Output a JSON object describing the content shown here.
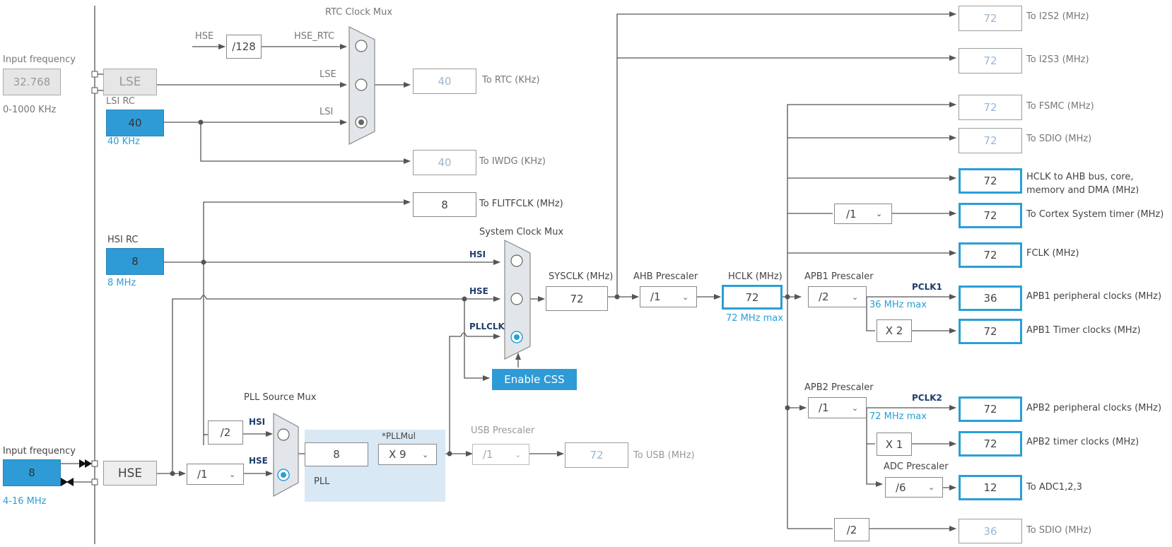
{
  "colors": {
    "accent": "#2a9fd6",
    "solid_fill": "#2e9bd6",
    "pll_bg": "#d8e8f5",
    "wire": "#555555"
  },
  "lse": {
    "input_freq_label": "Input frequency",
    "input_value": "32.768",
    "range": "0-1000 KHz",
    "block": "LSE"
  },
  "lsi": {
    "title": "LSI RC",
    "value": "40",
    "freq": "40 KHz"
  },
  "rtc_mux": {
    "title": "RTC Clock Mux",
    "in_hse": "HSE",
    "div": "/128",
    "hse_rtc": "HSE_RTC",
    "lse": "LSE",
    "lsi": "LSI"
  },
  "rtc_out": {
    "value": "40",
    "label": "To RTC (KHz)"
  },
  "iwdg_out": {
    "value": "40",
    "label": "To IWDG (KHz)"
  },
  "flit_out": {
    "value": "8",
    "label": "To FLITFCLK (MHz)"
  },
  "hsi": {
    "title": "HSI RC",
    "value": "8",
    "freq": "8 MHz"
  },
  "sys_mux": {
    "title": "System Clock Mux",
    "hsi": "HSI",
    "hse": "HSE",
    "pllclk": "PLLCLK"
  },
  "sysclk": {
    "label": "SYSCLK (MHz)",
    "value": "72"
  },
  "ahb": {
    "label": "AHB Prescaler",
    "value": "/1"
  },
  "hclk": {
    "label": "HCLK (MHz)",
    "value": "72",
    "max": "72 MHz max"
  },
  "enable_css": "Enable CSS",
  "hse": {
    "input_freq_label": "Input frequency",
    "input_value": "8",
    "range": "4-16 MHz",
    "block": "HSE",
    "div": "/1"
  },
  "pll_mux": {
    "title": "PLL Source Mux",
    "hsi_div": "/2",
    "hsi": "HSI",
    "hse": "HSE"
  },
  "pll": {
    "label": "PLL",
    "value": "8",
    "mul_label": "*PLLMul",
    "mul": "X 9"
  },
  "usb": {
    "label": "USB Prescaler",
    "div": "/1",
    "value": "72",
    "out": "To USB (MHz)"
  },
  "right_outputs": {
    "i2s2": {
      "value": "72",
      "label": "To I2S2 (MHz)"
    },
    "i2s3": {
      "value": "72",
      "label": "To I2S3 (MHz)"
    },
    "fsmc": {
      "value": "72",
      "label": "To FSMC (MHz)"
    },
    "sdio1": {
      "value": "72",
      "label": "To SDIO (MHz)"
    },
    "hclk_ahb": {
      "value": "72",
      "label1": "HCLK to AHB bus, core,",
      "label2": "memory and DMA (MHz)"
    },
    "cortex": {
      "div": "/1",
      "value": "72",
      "label": "To Cortex System timer (MHz)"
    },
    "fclk": {
      "value": "72",
      "label": "FCLK (MHz)"
    }
  },
  "apb1": {
    "label": "APB1 Prescaler",
    "div": "/2",
    "pclk": "PCLK1",
    "max": "36 MHz max",
    "periph_value": "36",
    "periph_label": "APB1 peripheral clocks (MHz)",
    "mul": "X 2",
    "timer_value": "72",
    "timer_label": "APB1 Timer clocks (MHz)"
  },
  "apb2": {
    "label": "APB2 Prescaler",
    "div": "/1",
    "pclk": "PCLK2",
    "max": "72 MHz max",
    "periph_value": "72",
    "periph_label": "APB2 peripheral clocks (MHz)",
    "mul": "X 1",
    "timer_value": "72",
    "timer_label": "APB2 timer clocks (MHz)"
  },
  "adc": {
    "label": "ADC Prescaler",
    "div": "/6",
    "value": "12",
    "out": "To ADC1,2,3"
  },
  "sdio2": {
    "div": "/2",
    "value": "36",
    "label": "To SDIO (MHz)"
  }
}
